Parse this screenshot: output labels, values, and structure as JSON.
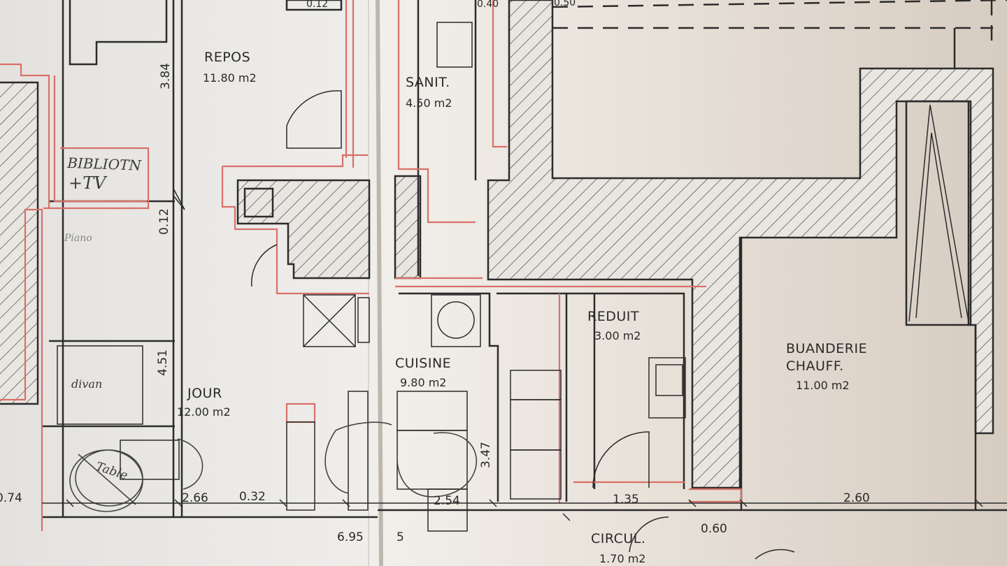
{
  "rooms": {
    "repos": {
      "name": "REPOS",
      "area": "11.80 m2"
    },
    "sanit": {
      "name": "SANIT.",
      "area": "4.50 m2"
    },
    "reduit": {
      "name": "REDUIT",
      "area": "3.00 m2"
    },
    "buanderie": {
      "name_line1": "BUANDERIE",
      "name_line2": "CHAUFF.",
      "area": "11.00 m2"
    },
    "cuisine": {
      "name": "CUISINE",
      "area": "9.80 m2"
    },
    "jour": {
      "name": "JOUR",
      "area": "12.00 m2"
    },
    "circul": {
      "name": "CIRCUL.",
      "area": "1.70 m2"
    }
  },
  "dimensions": {
    "d_384": "3.84",
    "d_012_vertical": "0.12",
    "d_451": "4.51",
    "d_347": "3.47",
    "d_074": "0.74",
    "d_266": "2.66",
    "d_032": "0.32",
    "d_254": "2.54",
    "d_135": "1.35",
    "d_260": "2.60",
    "d_060": "0.60",
    "d_695": "6.95",
    "d_5": "5",
    "d_top_012": "0.12",
    "d_top_040": "0.40",
    "d_top_050": "0.50"
  },
  "handwriting": {
    "biblio_line1": "BIBLIOTN",
    "biblio_line2": "+TV",
    "piano": "Piano",
    "divan": "divan",
    "table": "Table"
  },
  "colors": {
    "paper": "#ebe8e3",
    "ink": "#2b2b2b",
    "red_outline": "#d9706a"
  }
}
